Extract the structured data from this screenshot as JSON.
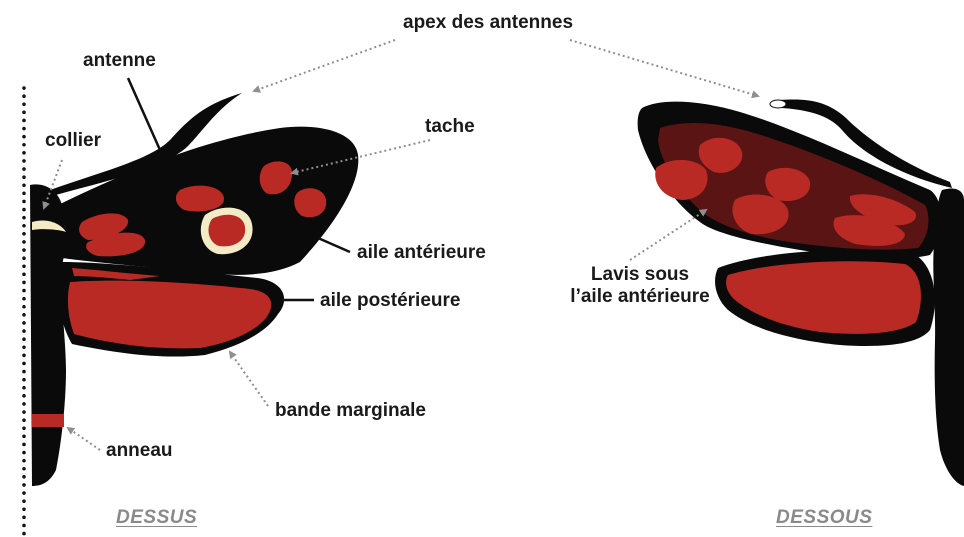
{
  "labels": {
    "apex": "apex des antennes",
    "antenne": "antenne",
    "collier": "collier",
    "tache": "tache",
    "aile_anterieure": "aile antérieure",
    "aile_posterieure": "aile postérieure",
    "bande_marginale": "bande marginale",
    "anneau": "anneau",
    "lavis_line1": "Lavis sous",
    "lavis_line2": "l’aile antérieure"
  },
  "sections": {
    "dessus": "DESSUS",
    "dessous": "DESSOUS"
  },
  "colors": {
    "body": "#0a0a0a",
    "red": "#b92a25",
    "dark_red": "#5a1414",
    "cream": "#f3ebc6",
    "leader_gray": "#8f8f8f",
    "text": "#1a1a1a",
    "section_gray": "#8a8a8a"
  }
}
